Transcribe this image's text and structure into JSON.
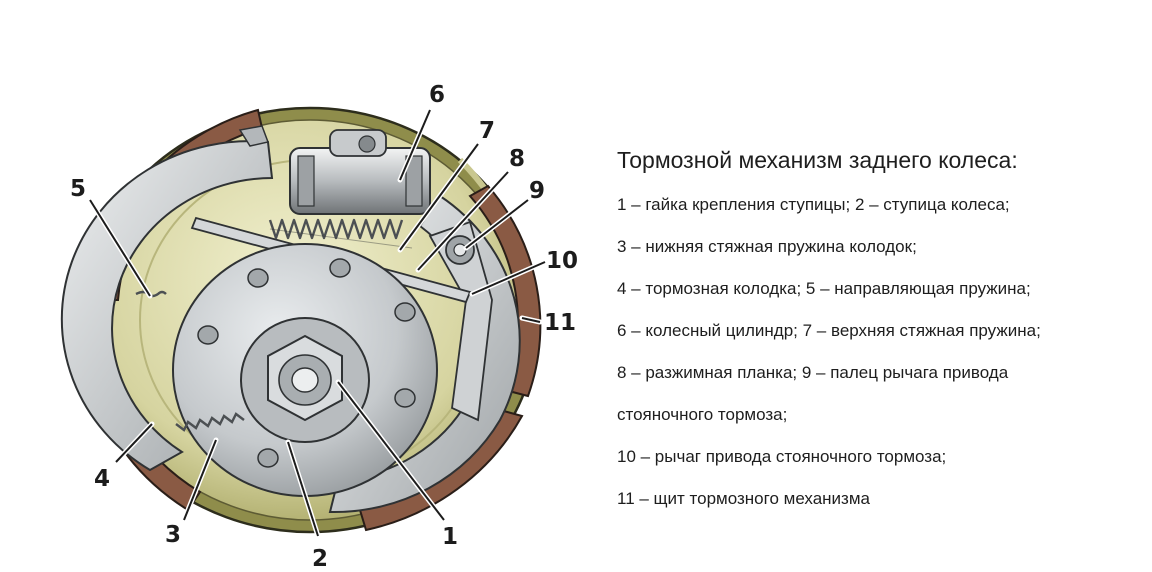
{
  "legend": {
    "title": "Тормозной механизм заднего колеса:",
    "lines": [
      "1 – гайка крепления ступицы; 2 – ступица колеса;",
      "3 – нижняя стяжная пружина колодок;",
      "4 – тормозная колодка; 5 – направляющая пружина;",
      "6 – колесный цилиндр; 7 – верхняя стяжная пружина;",
      "8 – разжимная планка; 9 – палец рычага привода",
      "стояночного тормоза;",
      "10 – рычаг привода стояночного тормоза;",
      "11 – щит тормозного механизма"
    ]
  },
  "callouts": [
    "1",
    "2",
    "3",
    "4",
    "5",
    "6",
    "7",
    "8",
    "9",
    "10",
    "11"
  ],
  "colors": {
    "shield_rim": "#9a9a55",
    "shield_face": "#d9d8a6",
    "lining": "#8a5a44",
    "steel": "#c9ccce",
    "steel_dark": "#7d8184",
    "hub_face": "#c4c8ca"
  },
  "icons": [
    "brake-shield",
    "brake-shoe",
    "wheel-cylinder",
    "spring",
    "hub-disc",
    "hub-nut"
  ]
}
